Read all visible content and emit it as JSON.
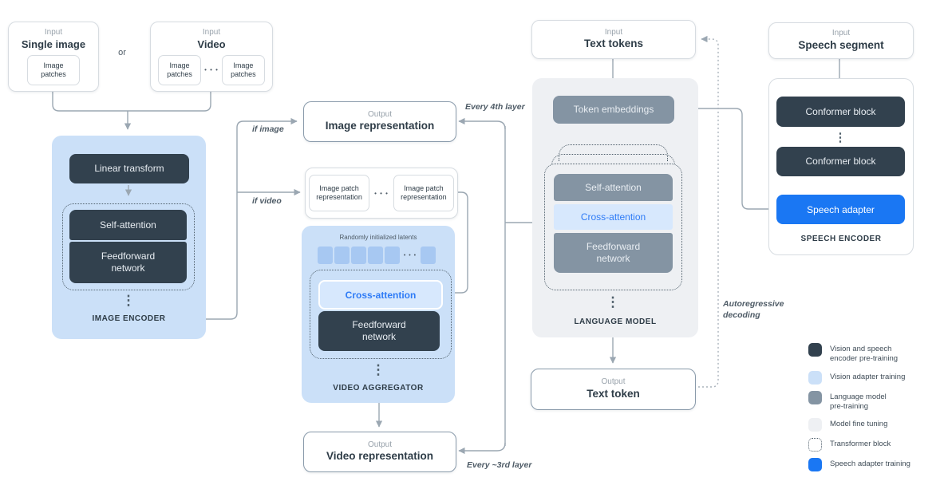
{
  "colors": {
    "dark": "#32414e",
    "gray_box": "#8494a3",
    "light_blue_panel": "#cbe0f8",
    "latent_square": "#a7c8f2",
    "cross_attn_bg": "#d7e8fd",
    "cross_attn_text": "#2e7bf6",
    "lm_panel": "#eef0f3",
    "speech_blue": "#1a77f3",
    "line": "#9ba7b2",
    "line_dot": "#aab3bc",
    "border_light": "#d7dce1",
    "border_strong": "#8a9bab",
    "dotted": "#4f5f6b",
    "text_dark": "#2e3c47",
    "text_muted": "#98a2ab",
    "text_annotation": "#4e5b66"
  },
  "inputs": {
    "single_image": {
      "kicker": "Input",
      "title": "Single image",
      "patch_label": "Image\npatches"
    },
    "or_label": "or",
    "video": {
      "kicker": "Input",
      "title": "Video",
      "patch_label_1": "Image\npatches",
      "dots": "• • •",
      "patch_label_2": "Image\npatches"
    },
    "text": {
      "kicker": "Input",
      "title": "Text tokens"
    },
    "speech": {
      "kicker": "Input",
      "title": "Speech segment"
    }
  },
  "image_encoder": {
    "label": "IMAGE ENCODER",
    "linear_transform": "Linear transform",
    "self_attention": "Self-attention",
    "feedforward": "Feedforward\nnetwork",
    "ellipsis": "⋮"
  },
  "patch_representations": {
    "box1": "Image patch\nrepresentation",
    "dots": "• • •",
    "box2": "Image patch\nrepresentation"
  },
  "video_aggregator": {
    "label": "VIDEO AGGREGATOR",
    "latents_label": "Randomly initialized latents",
    "dots": "• • •",
    "cross_attention": "Cross-attention",
    "feedforward": "Feedforward\nnetwork",
    "ellipsis": "⋮"
  },
  "language_model": {
    "label": "LANGUAGE MODEL",
    "token_embeddings": "Token embeddings",
    "self_attention": "Self-attention",
    "cross_attention": "Cross-attention",
    "feedforward": "Feedforward\nnetwork",
    "ellipsis": "⋮"
  },
  "speech_encoder": {
    "label": "SPEECH ENCODER",
    "conformer_1": "Conformer block",
    "ellipsis": "⋮",
    "conformer_2": "Conformer block",
    "speech_adapter": "Speech adapter"
  },
  "outputs": {
    "image_representation": {
      "kicker": "Output",
      "title": "Image representation"
    },
    "video_representation": {
      "kicker": "Output",
      "title": "Video representation"
    },
    "text_token": {
      "kicker": "Output",
      "title": "Text token"
    }
  },
  "annotations": {
    "if_image": "if image",
    "if_video": "if video",
    "every_4th": "Every 4th layer",
    "every_3rd": "Every ~3rd layer",
    "autoregressive": "Autoregressive\ndecoding"
  },
  "legend": {
    "items": [
      {
        "swatch": "dark",
        "label": "Vision and speech\nencoder pre-training"
      },
      {
        "swatch": "lightblue",
        "label": "Vision adapter training"
      },
      {
        "swatch": "gray",
        "label": "Language model\npre-training"
      },
      {
        "swatch": "lightgray",
        "label": "Model fine tuning"
      },
      {
        "swatch": "dashed",
        "label": "Transformer block"
      },
      {
        "swatch": "blue",
        "label": "Speech adapter training"
      }
    ]
  }
}
